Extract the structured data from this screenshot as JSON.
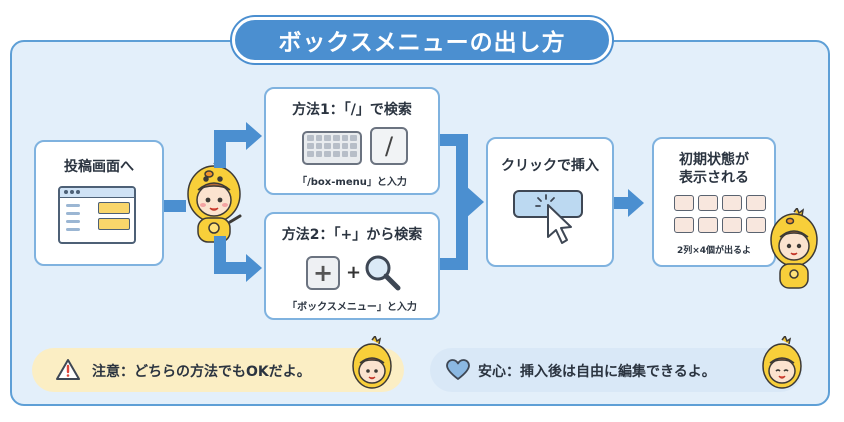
{
  "title": "ボックスメニューの出し方",
  "step_start": {
    "label": "投稿画面へ",
    "icon": "browser-window-icon"
  },
  "method1": {
    "title": "方法1：「/」で検索",
    "key_label": "/",
    "caption": "「/box-menu」と入力"
  },
  "method2": {
    "title": "方法2：「+」から検索",
    "caption": "「ボックスメニュー」と入力"
  },
  "step_insert": {
    "label": "クリックで挿入",
    "icon": "click-cursor-icon"
  },
  "step_result": {
    "label_line1": "初期状態が",
    "label_line2": "表示される",
    "caption": "2列×4個が出るよ"
  },
  "notes": {
    "caution": {
      "icon": "warning-icon",
      "text": "注意：どちらの方法でもOKだよ。"
    },
    "relief": {
      "icon": "heart-icon",
      "text": "安心：挿入後は自由に編集できるよ。"
    }
  },
  "colors": {
    "accent": "#4b8fd0",
    "frame_bg": "#e3effa",
    "caution_bg": "#fbeec4",
    "relief_bg": "#d9e8f7"
  }
}
